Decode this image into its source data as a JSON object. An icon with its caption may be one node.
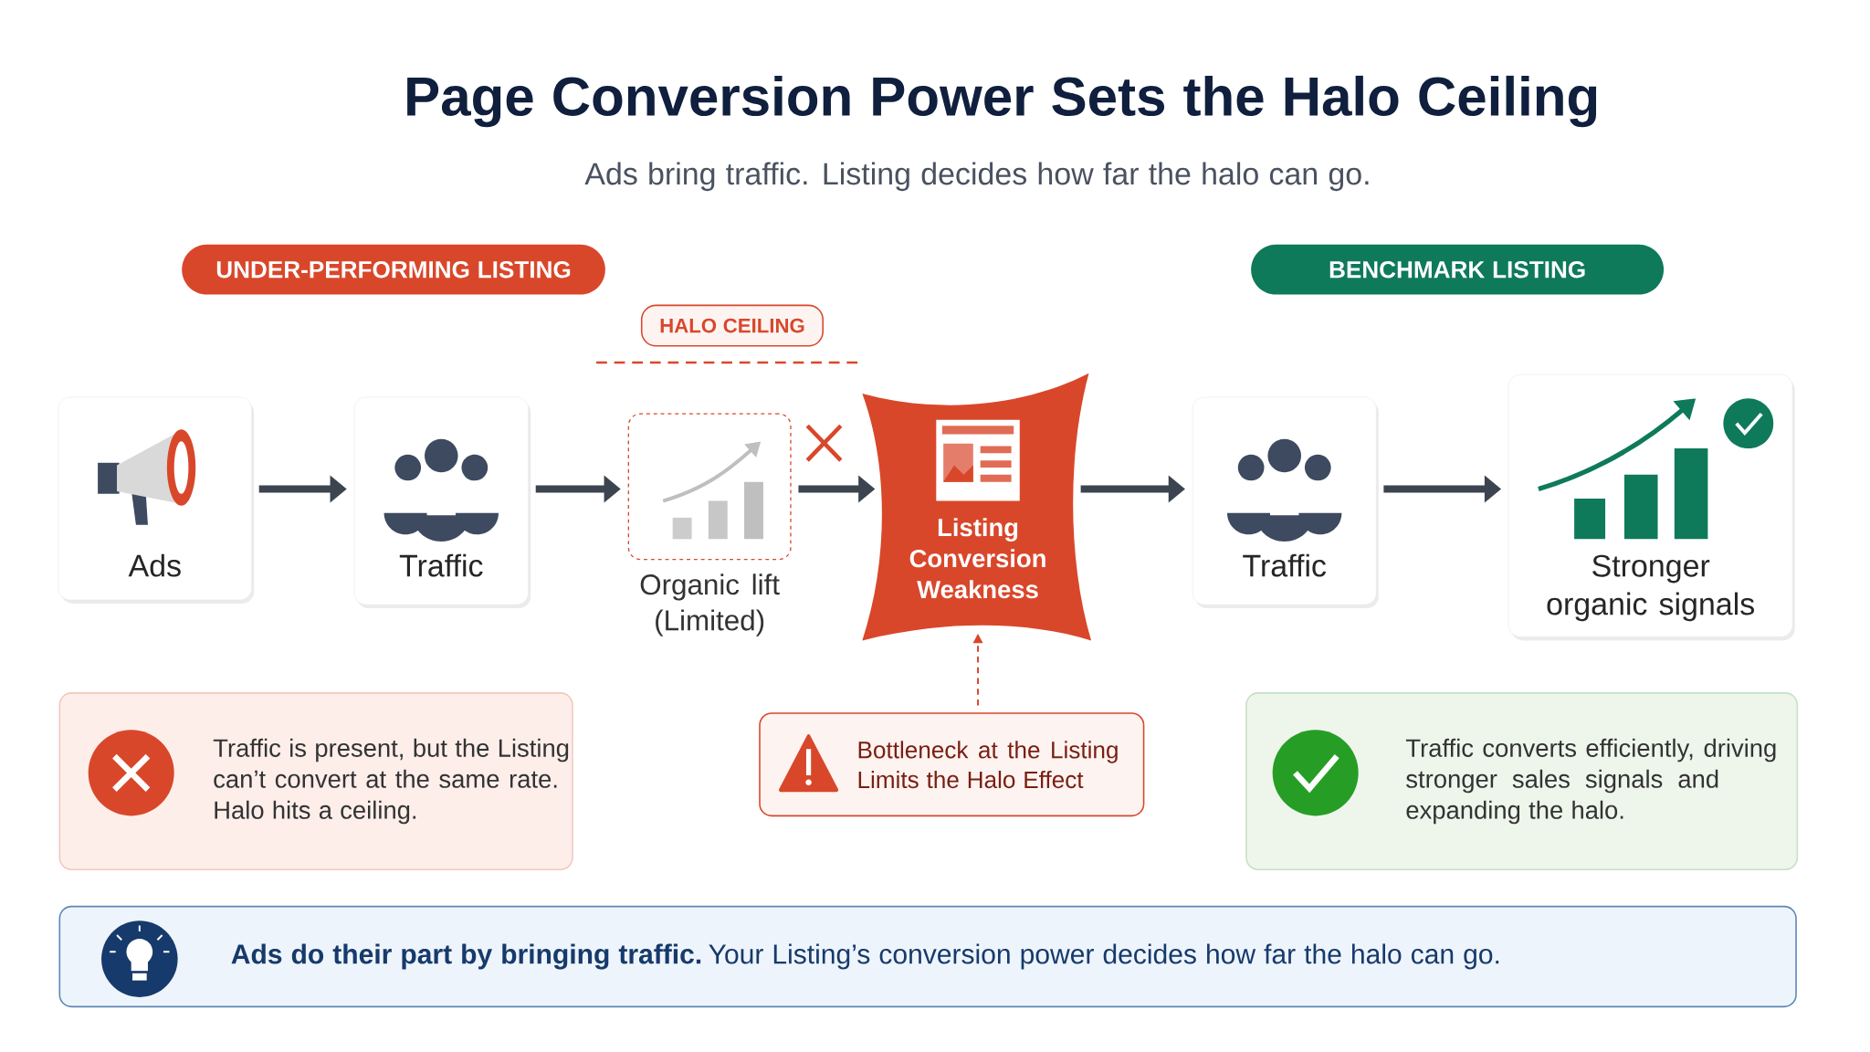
{
  "diagram": {
    "title": "Page Conversion Power Sets the Halo Ceiling",
    "nodes": [
      {
        "text": [
          "UNDER-PERFORMING LISTING"
        ]
      },
      {
        "text": [
          "BENCHMARK LISTING"
        ]
      },
      {
        "text": [
          "HALO CEILING"
        ]
      },
      {
        "text": [
          "Ads"
        ]
      },
      {
        "text": [
          "Traffic"
        ]
      },
      {
        "text": [
          "Organic lift (Limited)"
        ]
      },
      {
        "text": [
          "Listing Conversion Weakness"
        ]
      },
      {
        "text": [
          "Traffic"
        ]
      },
      {
        "text": [
          "Stronger organic signals"
        ]
      },
      {
        "text": [
          "Traffic is present, but the Listing can’t convert at the same rate. Halo hits a ceiling."
        ]
      },
      {
        "text": [
          "Bottleneck at the Listing Limits the Halo Effect"
        ]
      },
      {
        "text": [
          "Traffic converts efficiently, driving stronger sales signals and expanding the halo."
        ]
      },
      {
        "text": [
          "**Ads do their part by bringing traffic.** Your Listing’s conversion power decides how far the halo can go."
        ]
      }
    ],
    "edges": [
      {
        "from": 3,
        "to": 4,
        "arrow": "to"
      },
      {
        "from": 4,
        "to": 5,
        "arrow": "to"
      },
      {
        "from": 5,
        "to": 6,
        "arrow": "to"
      },
      {
        "from": 6,
        "to": 7,
        "arrow": "to"
      },
      {
        "from": 7,
        "to": 8,
        "arrow": "to"
      },
      {
        "from": 10,
        "to": 6,
        "arrow": "to",
        "style": "dashed",
        "color": "#d9472b"
      }
    ],
    "labels": [
      "Ads bring traffic. Listing decides how far the halo can go."
    ]
  }
}
